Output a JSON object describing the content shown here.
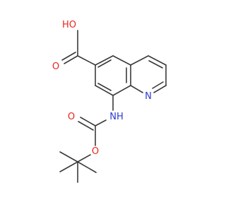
{
  "diagram": {
    "type": "chemical-structure",
    "colors": {
      "bond": "#3a3a3a",
      "oxygen": "#e8241e",
      "nitrogen": "#2a3ad4"
    },
    "atoms": [
      {
        "id": "oh",
        "text": "HO",
        "element": "O"
      },
      {
        "id": "o_carbonyl_acid",
        "text": "O",
        "element": "O"
      },
      {
        "id": "n_ring",
        "text": "N",
        "element": "N"
      },
      {
        "id": "nh",
        "text": "NH",
        "element": "N"
      },
      {
        "id": "o_carbonyl_carbamate",
        "text": "O",
        "element": "O"
      },
      {
        "id": "o_ester",
        "text": "O",
        "element": "O"
      }
    ]
  }
}
